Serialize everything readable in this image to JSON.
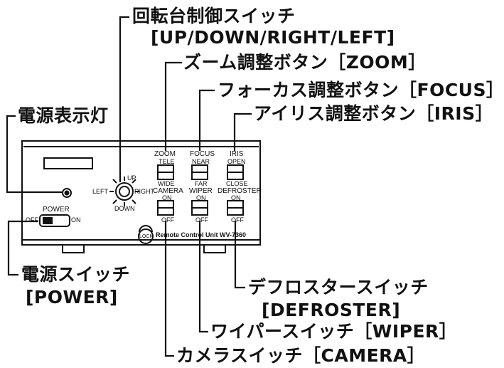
{
  "callouts": {
    "pan_tilt_title": "回転台制御スイッチ",
    "pan_tilt_keys": "[UP/DOWN/RIGHT/LEFT]",
    "zoom": "ズーム調整ボタン［ZOOM］",
    "focus": "フォーカス調整ボタン［FOCUS］",
    "iris": "アイリス調整ボタン［IRIS］",
    "power_lamp": "電源表示灯",
    "power_switch_title": "電源スイッチ",
    "power_switch_key": "[POWER]",
    "defroster_title": "デフロスタースイッチ",
    "defroster_key": "[DEFROSTER]",
    "wiper": "ワイパースイッチ［WIPER］",
    "camera": "カメラスイッチ［CAMERA］"
  },
  "panel": {
    "joystick": {
      "up": "UP",
      "down": "DOWN",
      "left": "LEFT",
      "right": "RIGHT"
    },
    "zoom": {
      "title": "ZOOM",
      "top": "TELE",
      "bottom": "WIDE"
    },
    "focus": {
      "title": "FOCUS",
      "top": "NEAR",
      "bottom": "FAR"
    },
    "iris": {
      "title": "IRIS",
      "top": "OPEN",
      "bottom": "CLOSE"
    },
    "camera": {
      "title": "CAMERA",
      "top": "ON",
      "bottom": "OFF"
    },
    "wiper": {
      "title": "WIPER",
      "top": "ON",
      "bottom": "OFF"
    },
    "defroster": {
      "title": "DEFROSTER",
      "top": "ON",
      "bottom": "OFF"
    },
    "power": {
      "title": "POWER",
      "off": "OFF",
      "on": "ON"
    },
    "lock": "LOCK",
    "model": "Remote Control Unit WV-7360"
  }
}
